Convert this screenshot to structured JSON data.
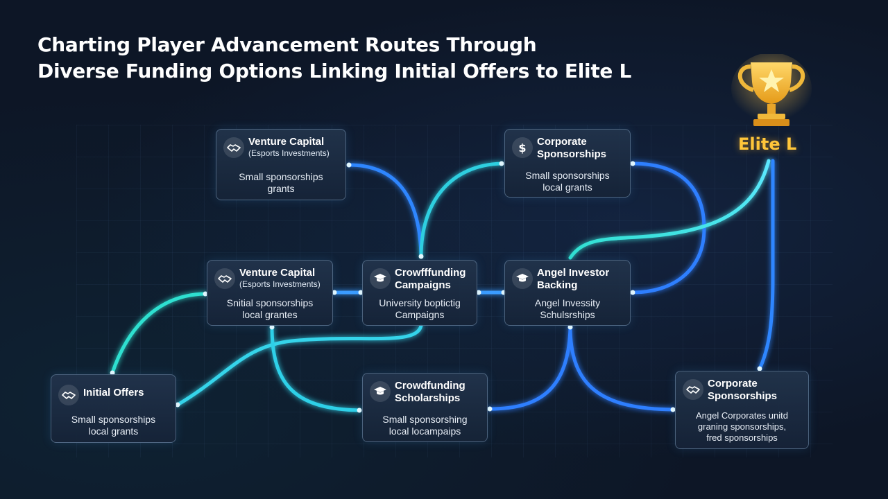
{
  "title": {
    "line1": "Charting Player Advancement Routes Through",
    "line2": "Diverse Funding Options Linking Initial Offers to Elite L"
  },
  "goal": {
    "label": "Elite L",
    "icon": "trophy-icon"
  },
  "colors": {
    "teal_path": "#2fe0d0",
    "blue_path": "#2f7fff",
    "gold": "#ffc63a",
    "node_border": "#8caacd",
    "background": "#0d1626"
  },
  "nodes": {
    "vc_top": {
      "title": "Venture Capital",
      "subtitle": "(Esports Investments)",
      "desc1": "Small sponsorships",
      "desc2": "grants",
      "icon": "handshake-icon"
    },
    "corp_top": {
      "title1": "Corporate",
      "title2": "Sponsorships",
      "desc1": "Small sponsorships",
      "desc2": "local grants",
      "icon": "dollar-icon"
    },
    "vc_mid": {
      "title": "Venture Capital",
      "subtitle": "(Esports Investments)",
      "desc1": "Snitial sponsorships",
      "desc2": "local grantes",
      "icon": "handshake-icon"
    },
    "crowd_mid": {
      "title1": "Crowfffunding",
      "title2": "Campaigns",
      "desc1": "University boptictig",
      "desc2": "Campaigns",
      "icon": "graduation-cap-icon"
    },
    "angel_mid": {
      "title1": "Angel Investor",
      "title2": "Backing",
      "desc1": "Angel Invessity",
      "desc2": "Schulsrships",
      "icon": "graduation-cap-icon"
    },
    "initial": {
      "title": "Initial Offers",
      "desc1": "Small sponsorships",
      "desc2": "local grants",
      "icon": "handshake-icon"
    },
    "crowd_bot": {
      "title1": "Crowdfunding",
      "title2": "Scholarships",
      "desc1": "Small sponsorshing",
      "desc2": "local locampaips",
      "icon": "graduation-cap-icon"
    },
    "corp_bot": {
      "title1": "Corporate",
      "title2": "Sponsorships",
      "desc1": "Angel Corporates unitd",
      "desc2": "graning sponsorships,",
      "desc3": "fred sponsorships",
      "icon": "handshake-icon"
    }
  }
}
